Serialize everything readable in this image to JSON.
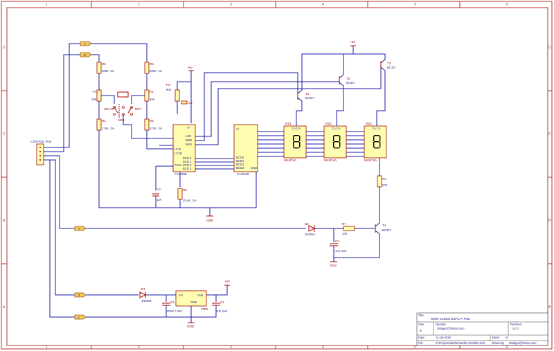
{
  "border": {
    "columns": [
      "1",
      "2",
      "3",
      "4",
      "5",
      "6"
    ],
    "rows": [
      "D",
      "C",
      "B",
      "A"
    ]
  },
  "connector": {
    "label": "CONTROL PCB"
  },
  "ports": [
    "A",
    "B",
    "Y",
    "Z",
    "L"
  ],
  "power": {
    "vcc": "+5V",
    "gnd": "GND"
  },
  "resistors": {
    "r5": "R5",
    "r5v": "200K, 1%",
    "r6": "R6",
    "r6v": "200K, 1%",
    "r1": "R1",
    "r1v": "174K, 1%",
    "r2": "R2",
    "r2v": "174K, 1%",
    "r3": "R3",
    "r3v": "25.4K, 1%",
    "r4": "R4",
    "r4v": "27K",
    "r7": "R7",
    "r7v": "10K",
    "p1": "P1",
    "p1v": "10K",
    "p2": "P2",
    "p2v": "10K",
    "p3": "P3",
    "p3v": "50K"
  },
  "switch": {
    "name": "SW1",
    "a": "SDA10",
    "b": "BOT"
  },
  "ics": {
    "u1": "CA3162E",
    "u2": "CA3161E",
    "u3": "7805",
    "u1_pins": [
      "V+",
      "LSD",
      "MSD",
      "NSD",
      "HI IN",
      "LO IN",
      "GAIN",
      "BCD 0",
      "BCD 1",
      "BCD 2",
      "BCD 3"
    ],
    "u2_pins": [
      "V+",
      "BCD0",
      "BCD1",
      "BCD2",
      "BCD3",
      "GND"
    ]
  },
  "displays": [
    {
      "ref": "DS1",
      "ca": "CA   CA",
      "part": "MAN74A"
    },
    {
      "ref": "DS2",
      "ca": "CA   CA",
      "part": "MAN74A"
    },
    {
      "ref": "DS3",
      "ca": "CA   CA",
      "part": "MAN74A"
    }
  ],
  "transistors": [
    {
      "ref": "T1",
      "part": "BC327"
    },
    {
      "ref": "T2",
      "part": "BC327"
    },
    {
      "ref": "T3",
      "part": "BC327"
    },
    {
      "ref": "T4",
      "part": "BC327"
    }
  ],
  "diodes": [
    {
      "ref": "D1",
      "part": "1N4004"
    },
    {
      "ref": "D2",
      "part": "1N4004"
    }
  ],
  "capacitors": [
    {
      "ref": "C1",
      "val": "470uF / 25V"
    },
    {
      "ref": "C2",
      "val": "1uF"
    },
    {
      "ref": "C3",
      "val": "1uF, tant"
    },
    {
      "ref": "C4",
      "val": "1uF, tant"
    }
  ],
  "title_block": {
    "title_label": "Title",
    "title": "Weller EC2002 DISPLAY PCB",
    "size_label": "Size",
    "size": "B",
    "number_label": "Number",
    "number": "GMagic@Yahoo.com",
    "revision_label": "Revision",
    "revision": "V1.0",
    "date_label": "Date",
    "date": "11-Jul-2019",
    "sheet_label": "Sheet",
    "sheet": "of",
    "file_label": "File",
    "file": "C:\\Projects\\Weller\\Weller EC2002.Sch",
    "drawn_label": "Drawn By",
    "drawn": "GMagic@Yahoo.com"
  }
}
